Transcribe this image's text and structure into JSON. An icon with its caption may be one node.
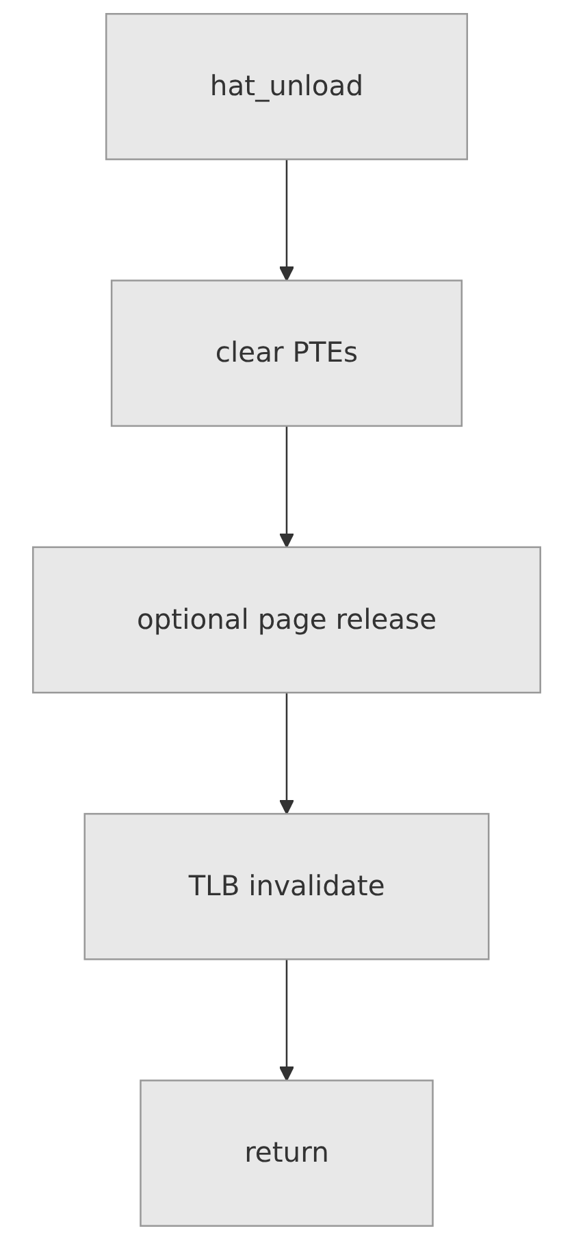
{
  "diagram": {
    "nodes": [
      {
        "text": [
          "hat_unload"
        ]
      },
      {
        "text": [
          "clear PTEs"
        ]
      },
      {
        "text": [
          "optional page release"
        ]
      },
      {
        "text": [
          "TLB invalidate"
        ]
      },
      {
        "text": [
          "return"
        ]
      }
    ],
    "edges": [
      {
        "from": 0,
        "to": 1,
        "arrow": "to"
      },
      {
        "from": 1,
        "to": 2,
        "arrow": "to"
      },
      {
        "from": 2,
        "to": 3,
        "arrow": "to"
      },
      {
        "from": 3,
        "to": 4,
        "arrow": "to"
      }
    ]
  }
}
